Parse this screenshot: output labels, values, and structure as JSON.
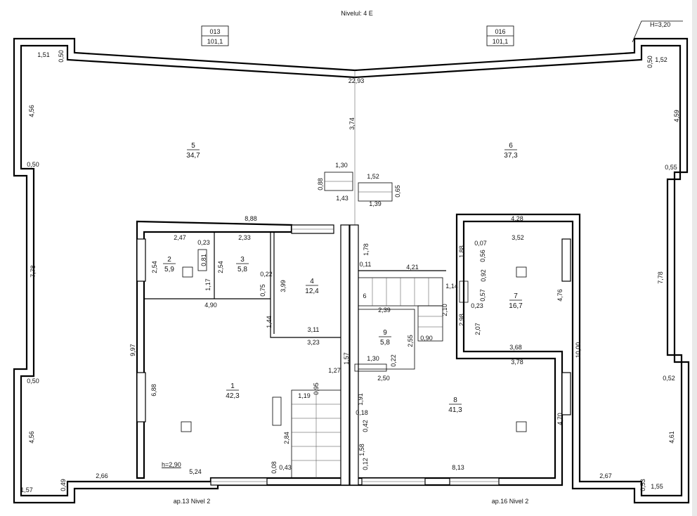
{
  "header": {
    "level": "Nivelul: 4 E",
    "height_tag": "H=3,20",
    "apartments": [
      {
        "num": "013",
        "area": "101,1"
      },
      {
        "num": "016",
        "area": "101,1"
      }
    ]
  },
  "footer": {
    "left": "ap.13 Nivel 2",
    "right": "ap.16 Nivel 2"
  },
  "ceiling": "h=2,90",
  "rooms": [
    {
      "num": "5",
      "area": "34,7"
    },
    {
      "num": "6",
      "area": "37,3"
    },
    {
      "num": "2",
      "area": "5,9"
    },
    {
      "num": "3",
      "area": "5,8"
    },
    {
      "num": "4",
      "area": "12,4"
    },
    {
      "num": "7",
      "area": "16,7"
    },
    {
      "num": "9",
      "area": "5,8"
    },
    {
      "num": "1",
      "area": "42,3"
    },
    {
      "num": "8",
      "area": "41,3"
    }
  ],
  "dims": [
    "1,51",
    "0,50",
    "4,56",
    "0,50",
    "7,78",
    "0,50",
    "4,56",
    "1,57",
    "0,49",
    "2,66",
    "22,93",
    "3,74",
    "0,50",
    "1,52",
    "4,59",
    "0,55",
    "7,78",
    "0,52",
    "4,61",
    "2,67",
    "0,53",
    "1,55",
    "1,30",
    "0,88",
    "1,43",
    "1,52",
    "0,65",
    "1,39",
    "8,88",
    "2,47",
    "0,23",
    "2,33",
    "0,81",
    "2,54",
    "2,54",
    "1,17",
    "0,22",
    "0,75",
    "3,99",
    "4,90",
    "1,44",
    "3,11",
    "3,23",
    "9,97",
    "6,88",
    "1,78",
    "0,11",
    "4,21",
    "1,88",
    "0,56",
    "0,92",
    "0,07",
    "4,28",
    "3,52",
    "1,14",
    "0,57",
    "0,23",
    "4,76",
    "2,10",
    "2,39",
    "2,98",
    "2,07",
    "0,90",
    "2,55",
    "3,68",
    "3,78",
    "10,00",
    "1,30",
    "0,22",
    "2,50",
    "1,57",
    "1,27",
    "0,95",
    "1,19",
    "1,91",
    "0,18",
    "0,42",
    "2,84",
    "1,58",
    "0,12",
    "0,08",
    "0,43",
    "5,24",
    "8,13",
    "4,70",
    "6"
  ]
}
